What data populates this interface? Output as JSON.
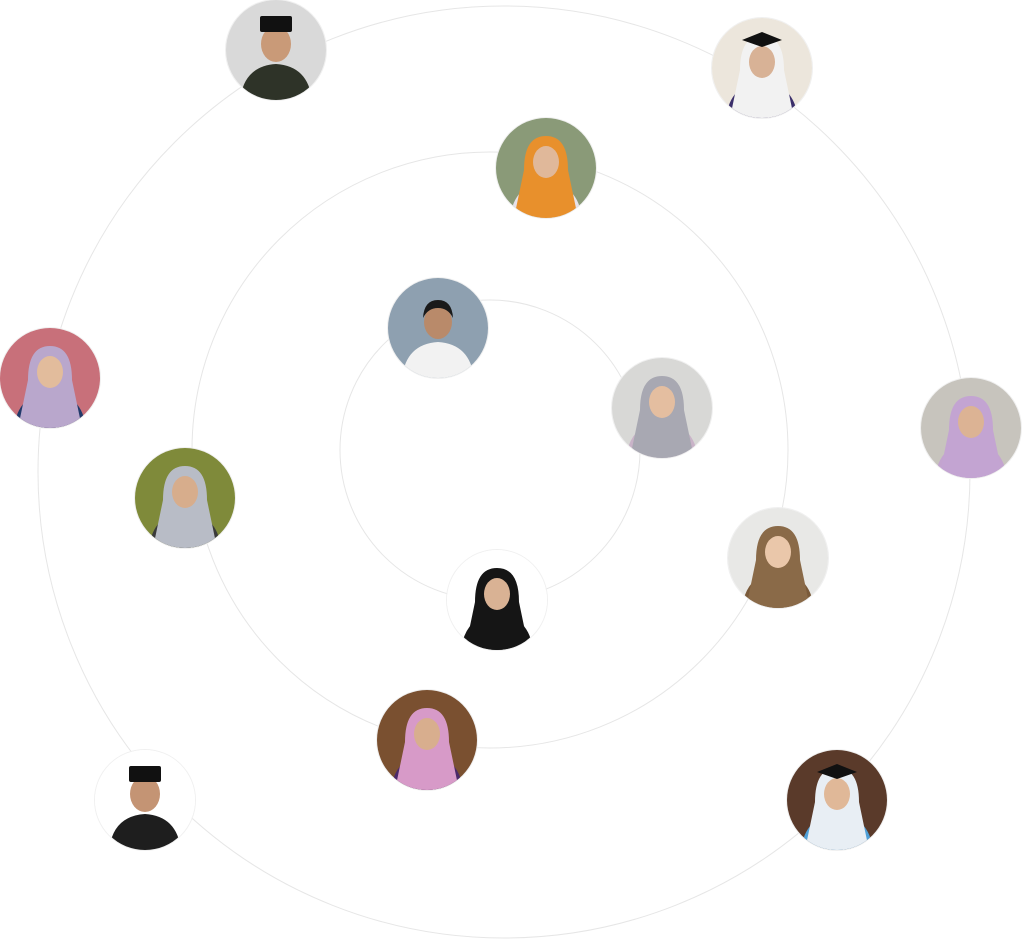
{
  "orbit_color": "#e6e6e6",
  "people": [
    {
      "id": "p1",
      "bg": "#d9d9d9",
      "skin": "#c99a78",
      "top": "#2e3328",
      "head": "cap",
      "headColor": "#111111"
    },
    {
      "id": "p2",
      "bg": "#ece6dc",
      "skin": "#d8b296",
      "top": "#3b2f6b",
      "head": "hijab",
      "headColor": "#f2f2f2",
      "extra": "mortarboard"
    },
    {
      "id": "p3",
      "bg": "#8a9a78",
      "skin": "#e0b89a",
      "top": "#e7e2ea",
      "head": "hijab",
      "headColor": "#e8902c"
    },
    {
      "id": "p4",
      "bg": "#8ea0b0",
      "skin": "#b98a6a",
      "top": "#f2f2f2",
      "head": "hair",
      "headColor": "#1a1a1a"
    },
    {
      "id": "p5",
      "bg": "#d8d8d6",
      "skin": "#e4bea0",
      "top": "#c9b3c8",
      "head": "hijab",
      "headColor": "#a8a8b2"
    },
    {
      "id": "p6",
      "bg": "#c8707a",
      "skin": "#e2bc9c",
      "top": "#223a6a",
      "head": "hijab",
      "headColor": "#b9a7cc"
    },
    {
      "id": "p7",
      "bg": "#c7c4bd",
      "skin": "#dcb394",
      "top": "#c3a4cf",
      "head": "hijab",
      "headColor": "#c3a4d2"
    },
    {
      "id": "p8",
      "bg": "#7f8a3a",
      "skin": "#d7ad8c",
      "top": "#3a3a3a",
      "head": "hijab",
      "headColor": "#b8bcc6"
    },
    {
      "id": "p9",
      "bg": "#e8e8e6",
      "skin": "#eac7aa",
      "top": "#7a5a3a",
      "head": "hijab",
      "headColor": "#8a6a48"
    },
    {
      "id": "p10",
      "bg": "#ffffff",
      "skin": "#d9b294",
      "top": "#151515",
      "head": "hijab",
      "headColor": "#151515"
    },
    {
      "id": "p11",
      "bg": "#7a5030",
      "skin": "#d8ae8e",
      "top": "#4b2a6a",
      "head": "hijab",
      "headColor": "#d79ac8"
    },
    {
      "id": "p12",
      "bg": "#ffffff",
      "skin": "#c49474",
      "top": "#1e1e1e",
      "head": "cap",
      "headColor": "#111111"
    },
    {
      "id": "p13",
      "bg": "#5a3a2a",
      "skin": "#e0b898",
      "top": "#4fa0d8",
      "head": "hijab",
      "headColor": "#e8eef4",
      "extra": "mortarboard"
    }
  ]
}
